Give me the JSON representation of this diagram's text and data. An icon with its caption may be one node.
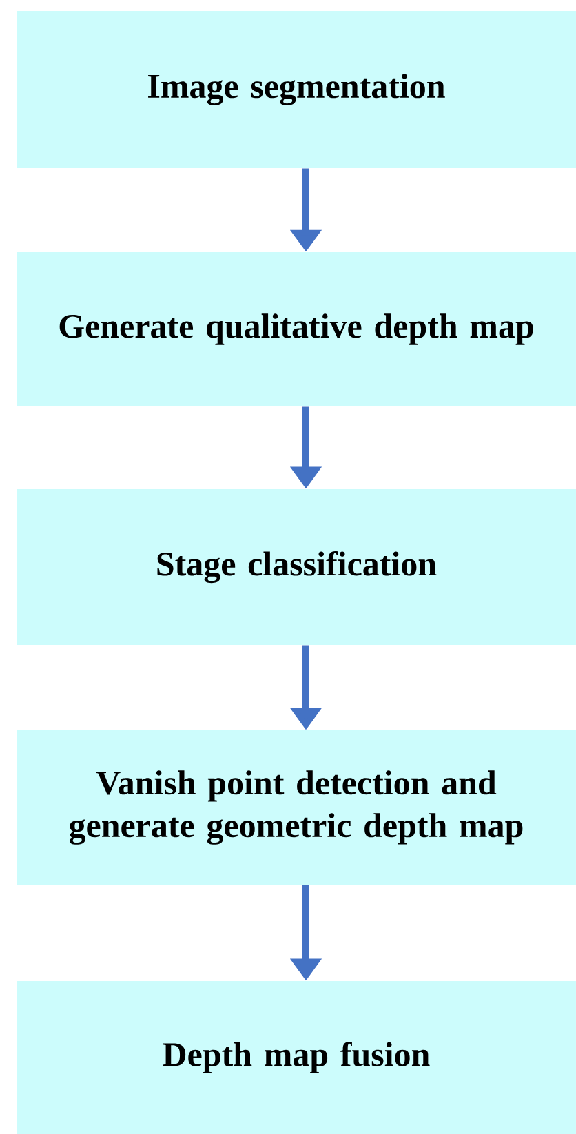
{
  "diagram": {
    "nodes": [
      {
        "text": [
          "Image segmentation"
        ]
      },
      {
        "text": [
          "Generate qualitative depth map"
        ]
      },
      {
        "text": [
          "Stage classification"
        ]
      },
      {
        "text": [
          "Vanish point detection and generate geometric depth map"
        ]
      },
      {
        "text": [
          "Depth map fusion"
        ]
      }
    ],
    "edges": [
      {
        "from": 0,
        "to": 1,
        "arrow": "to"
      },
      {
        "from": 1,
        "to": 2,
        "arrow": "to"
      },
      {
        "from": 2,
        "to": 3,
        "arrow": "to"
      },
      {
        "from": 3,
        "to": 4,
        "arrow": "to"
      }
    ]
  }
}
